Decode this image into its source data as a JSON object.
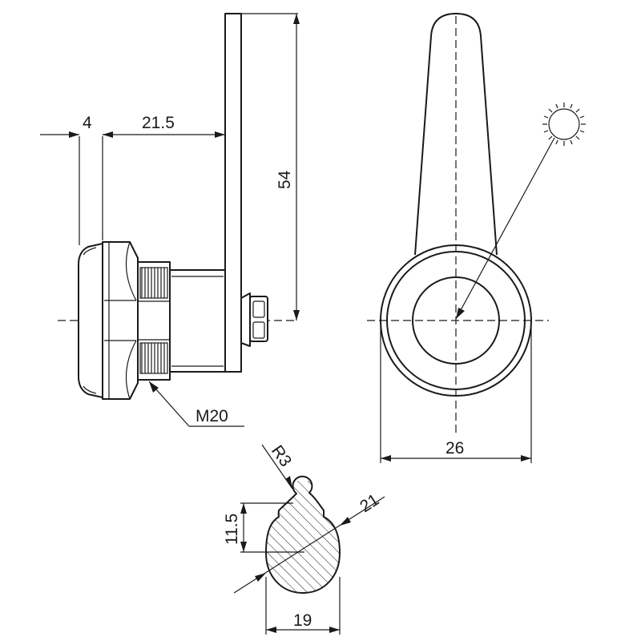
{
  "dimensions": {
    "flange_thickness": "4",
    "body_length": "21.5",
    "cam_length": "54",
    "thread": "M20",
    "cam_width": "26",
    "key_radius": "R3",
    "key_flat": "11.5",
    "key_diameter": "21",
    "key_width": "19"
  },
  "icons": {
    "rotation_symbol": "sun-rotation-icon"
  },
  "colors": {
    "line": "#1a1a1a",
    "background": "#ffffff"
  }
}
